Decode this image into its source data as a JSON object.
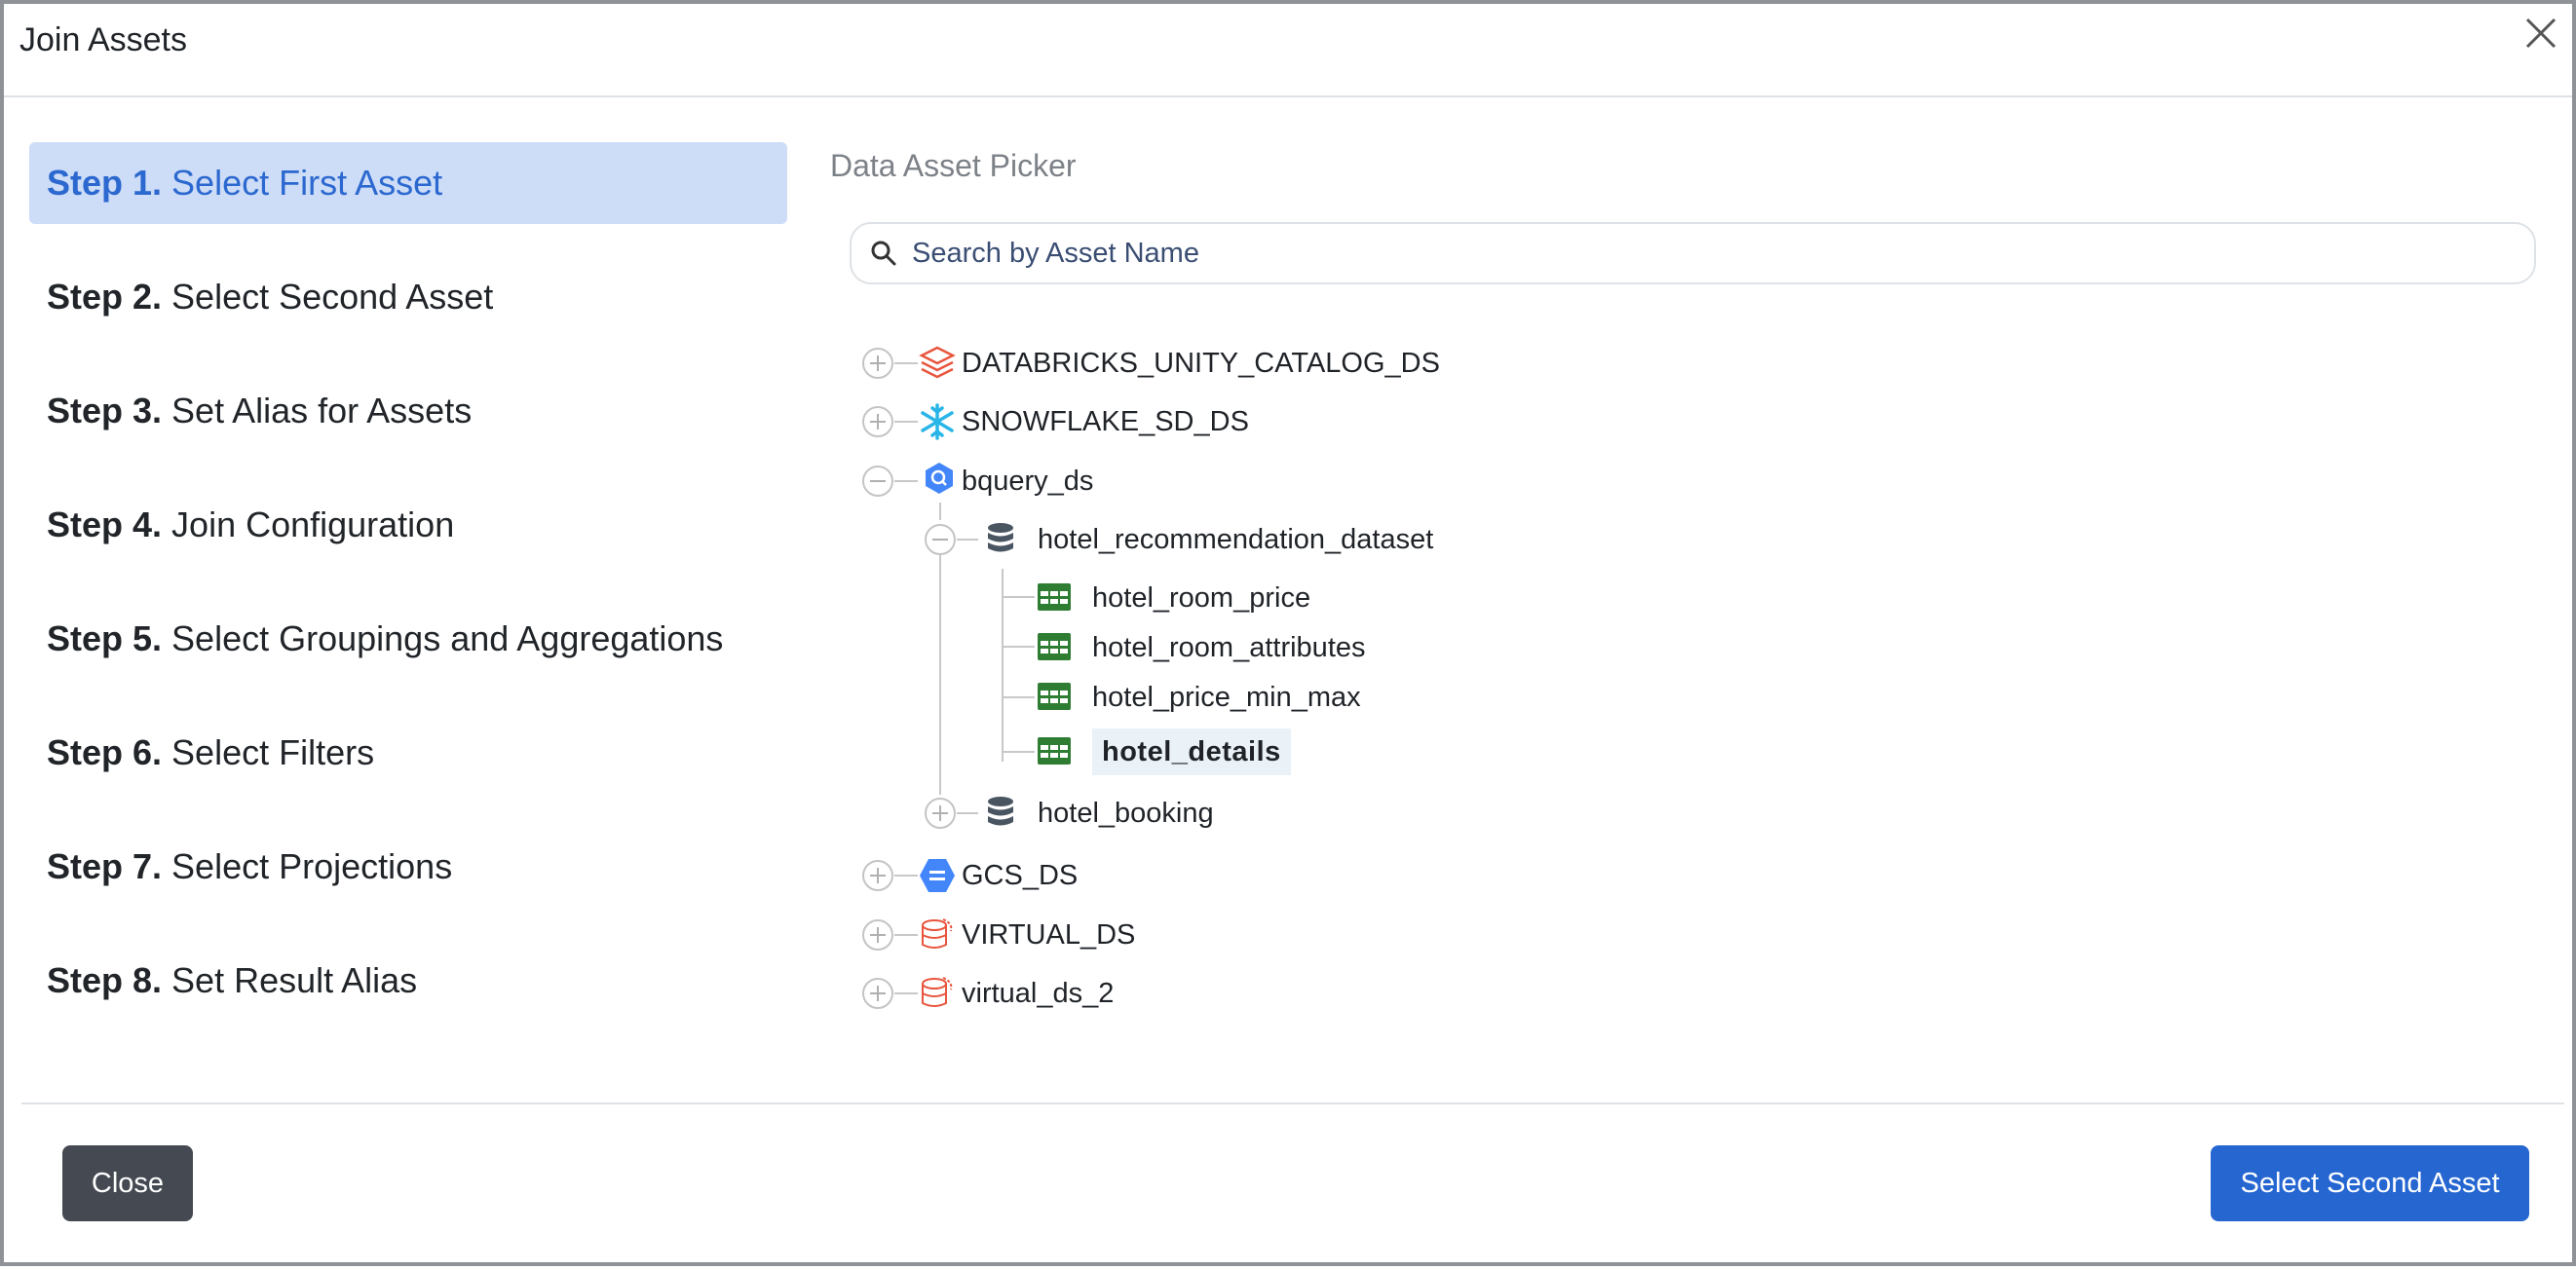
{
  "header": {
    "title": "Join Assets"
  },
  "steps": [
    {
      "num": "Step 1.",
      "label": "Select First Asset",
      "active": true
    },
    {
      "num": "Step 2.",
      "label": "Select Second Asset"
    },
    {
      "num": "Step 3.",
      "label": "Set Alias for Assets"
    },
    {
      "num": "Step 4.",
      "label": "Join Configuration"
    },
    {
      "num": "Step 5.",
      "label": "Select Groupings and Aggregations"
    },
    {
      "num": "Step 6.",
      "label": "Select Filters"
    },
    {
      "num": "Step 7.",
      "label": "Select Projections"
    },
    {
      "num": "Step 8.",
      "label": "Set Result Alias"
    }
  ],
  "picker": {
    "title": "Data Asset Picker",
    "search_placeholder": "Search by Asset Name"
  },
  "tree": {
    "databricks": "DATABRICKS_UNITY_CATALOG_DS",
    "snowflake": "SNOWFLAKE_SD_DS",
    "bquery": "bquery_ds",
    "hotel_dataset": "hotel_recommendation_dataset",
    "tables": [
      "hotel_room_price",
      "hotel_room_attributes",
      "hotel_price_min_max",
      "hotel_details"
    ],
    "hotel_booking": "hotel_booking",
    "gcs": "GCS_DS",
    "virtual": "VIRTUAL_DS",
    "virtual2": "virtual_ds_2"
  },
  "footer": {
    "close_label": "Close",
    "next_label": "Select Second Asset"
  },
  "colors": {
    "accent": "#2566d1",
    "active_step_bg": "#cddcf7",
    "table_icon": "#2e7d32"
  }
}
